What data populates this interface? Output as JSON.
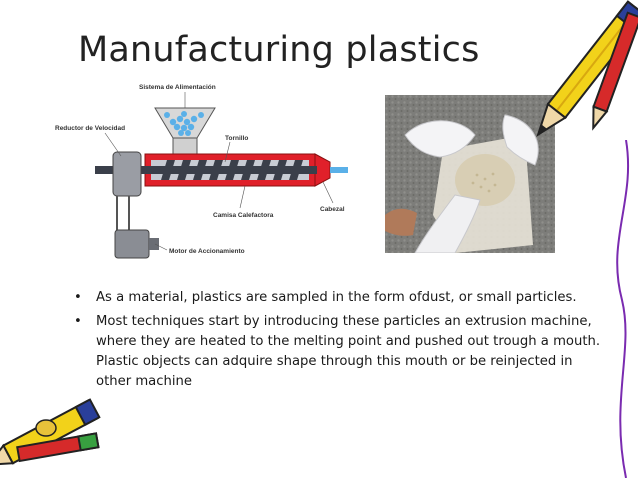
{
  "slide": {
    "title": "Manufacturing plastics",
    "diagram_labels": {
      "feed_system": "Sistema de Alimentación",
      "speed_reducer": "Reductor de Velocidad",
      "screw": "Tornillo",
      "heating_jacket": "Camisa Calefactora",
      "head": "Cabezal",
      "drive_motor": "Motor de Accionamiento"
    },
    "bullets": [
      {
        "marker": "•",
        "text": "As a material, plastics are sampled in the form ofdust,  or small particles."
      },
      {
        "marker": "•",
        "text": "Most techniques start by introducing these particles an extrusion machine, where they are heated to the melting point and pushed out trough a mouth. Plastic objects can adquire shape through this mouth or be reinjected in other machine"
      }
    ]
  },
  "colors": {
    "heating_jacket": "#e0202a",
    "screw": "#3a3f4a",
    "pellets": "#5ab0e8",
    "pencil_yellow": "#f2d21a",
    "pencil_blue": "#2a3f9a",
    "pencil_red": "#d62a2a",
    "curl_purple": "#7a2bb0"
  }
}
